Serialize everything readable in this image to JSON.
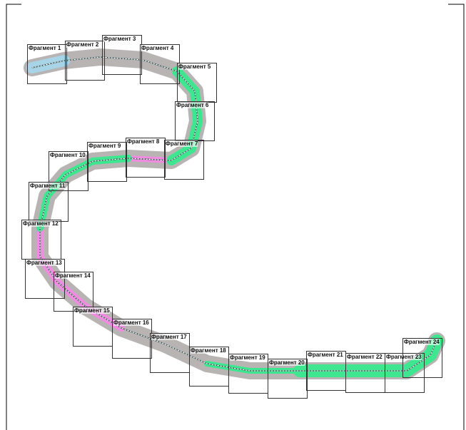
{
  "map": {
    "fragments": [
      "Фрагмент 1",
      "Фрагмент 2",
      "Фрагмент 3",
      "Фрагмент 4",
      "Фрагмент 5",
      "Фрагмент 6",
      "Фрагмент 7",
      "Фрагмент 8",
      "Фрагмент 9",
      "Фрагмент 10",
      "Фрагмент 11",
      "Фрагмент 12",
      "Фрагмент 13",
      "Фрагмент 14",
      "Фрагмент 15",
      "Фрагмент 16",
      "Фрагмент 17",
      "Фрагмент 18",
      "Фрагмент 19",
      "Фрагмент 20",
      "Фрагмент 21",
      "Фрагмент 22",
      "Фрагмент 23",
      "Фрагмент 24"
    ],
    "colors": {
      "corridor": "#b8b4b4",
      "green": "#3ee68f",
      "pink": "#f08ce0",
      "blue": "#a8d4e8",
      "line": "#1e3a3a"
    }
  }
}
